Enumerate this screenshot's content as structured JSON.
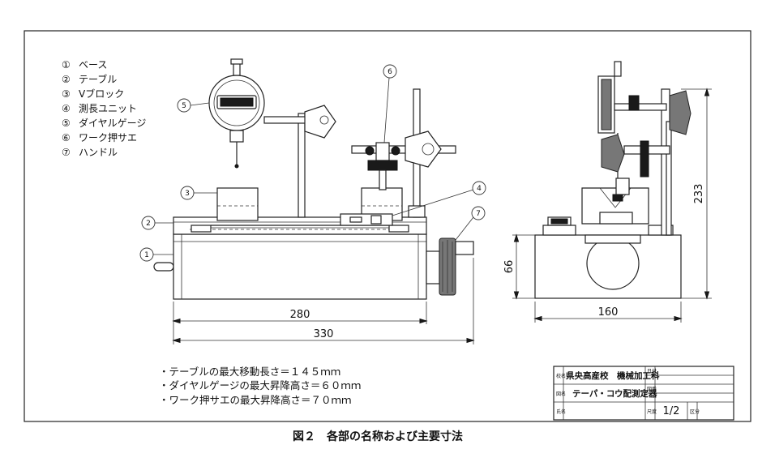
{
  "legend": [
    {
      "num": "①",
      "label": "ベース"
    },
    {
      "num": "②",
      "label": "テーブル"
    },
    {
      "num": "③",
      "label": "Vブロック"
    },
    {
      "num": "④",
      "label": "測長ユニット"
    },
    {
      "num": "⑤",
      "label": "ダイヤルゲージ"
    },
    {
      "num": "⑥",
      "label": "ワーク押サエ"
    },
    {
      "num": "⑦",
      "label": "ハンドル"
    }
  ],
  "balloons": {
    "b1": "1",
    "b2": "2",
    "b3": "3",
    "b4": "4",
    "b5": "5",
    "b6": "6",
    "b7": "7"
  },
  "dimensions": {
    "d280": "280",
    "d330": "330",
    "d160": "160",
    "d66": "66",
    "d233": "233"
  },
  "notes": [
    "・テーブルの最大移動長さ＝１４５ｍｍ",
    "・ダイヤルゲージの最大昇降高さ＝６０ｍｍ",
    "・ワーク押サエの最大昇降高さ＝７０ｍｍ"
  ],
  "title_block": {
    "school_label": "校名",
    "school": "県央高産校　機械加工科",
    "date_label": "日付",
    "drawing_label": "図名",
    "drawing": "テーパ・コウ配測定器",
    "number_label": "図番",
    "name_label": "氏名",
    "scale_label": "尺度",
    "scale": "1/2",
    "category_label": "区分"
  },
  "caption": "図２　各部の名称および主要寸法"
}
